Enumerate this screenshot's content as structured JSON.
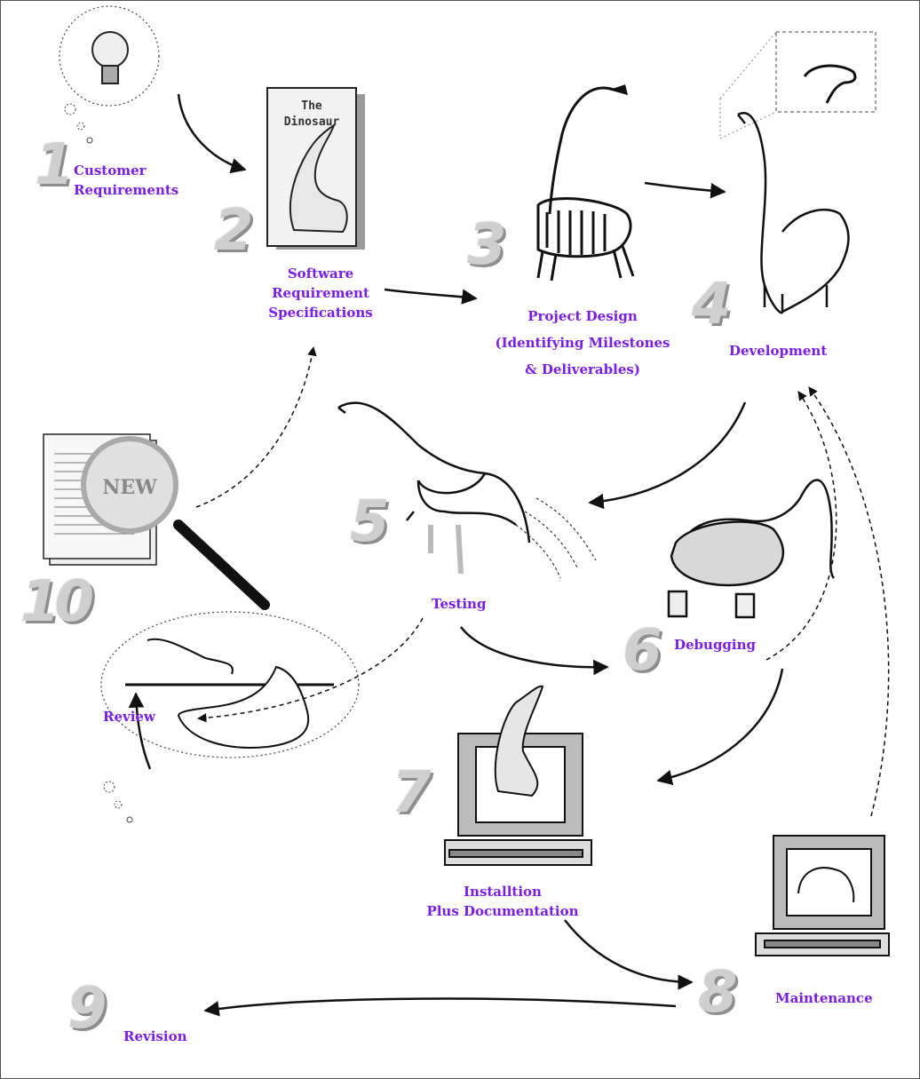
{
  "steps": [
    {
      "num": "1",
      "label_lines": [
        "Customer",
        "Requirements"
      ]
    },
    {
      "num": "2",
      "label_lines": [
        "Software",
        "Requirement",
        "Specifications"
      ]
    },
    {
      "num": "3",
      "label_lines": [
        "Project Design",
        "(Identifying Milestones",
        "& Deliverables)"
      ]
    },
    {
      "num": "4",
      "label_lines": [
        "Development"
      ]
    },
    {
      "num": "5",
      "label_lines": [
        "Testing"
      ]
    },
    {
      "num": "6",
      "label_lines": [
        "Debugging"
      ]
    },
    {
      "num": "7",
      "label_lines": [
        "Installtion",
        "Plus Documentation"
      ]
    },
    {
      "num": "8",
      "label_lines": [
        "Maintenance"
      ]
    },
    {
      "num": "9",
      "label_lines": [
        "Revision"
      ]
    },
    {
      "num": "10",
      "label_lines": []
    }
  ],
  "review_label": "Review",
  "spec_book": {
    "title_line1": "The",
    "title_line2": "Dinosaur"
  },
  "magnifier_text": "NEW",
  "colors": {
    "label": "#7a1ee6",
    "number": "#cfcfcf",
    "arrow": "#111111"
  }
}
